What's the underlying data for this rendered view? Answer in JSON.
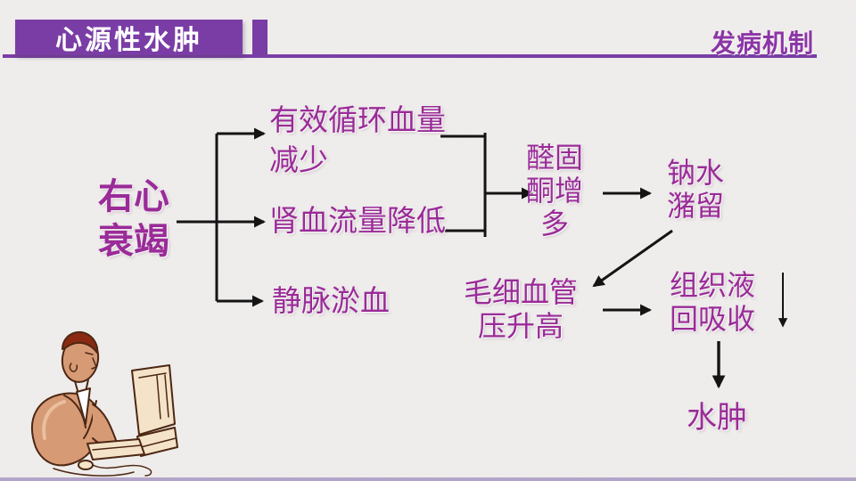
{
  "header": {
    "title": "心源性水肿",
    "section": "发病机制"
  },
  "flowchart": {
    "cause": "右心\n衰竭",
    "effective_blood_volume": "有效循环血量\n减少",
    "renal_blood_flow": "肾血流量降低",
    "venous_congestion": "静脉淤血",
    "aldosterone_increase": "醛固\n酮增\n多",
    "sodium_water_retention": "钠水\n潴留",
    "capillary_pressure": "毛细血管\n压升高",
    "tissue_fluid_reabsorption": "组织液\n回吸收",
    "edema": "水肿"
  },
  "colors": {
    "header_bar": "#7a3da5",
    "header_title_text": "#ffffff",
    "section_label_text": "#8c35a6",
    "flow_text": "#9a2b98",
    "arrow": "#141414",
    "background": "#f0eeec",
    "bottom_rule": "#b3a5ca"
  }
}
